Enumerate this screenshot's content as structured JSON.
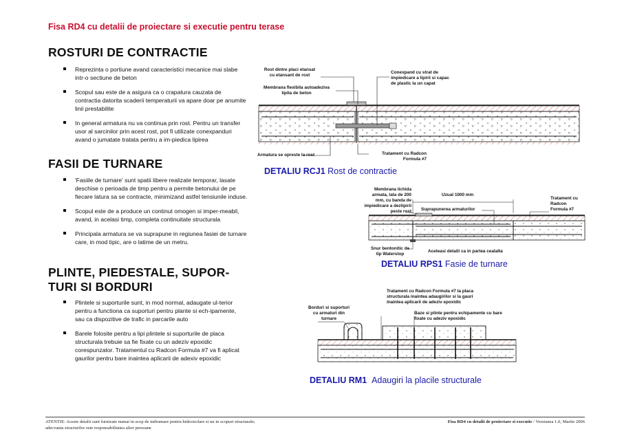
{
  "header": {
    "title": "Fisa RD4 cu detalii de proiectare si executie pentru terase"
  },
  "sections": {
    "rosturi": {
      "heading": "ROSTURI DE CONTRACTIE",
      "bullets": [
        "Reprezinta o portiune avand caracteristici mecanice mai slabe intr-o sectiune de beton",
        "Scopul sau este de a asigura ca o crapatura cauzata de contractia datorita scaderii temperaturii va apare doar pe anumite linii prestabilite",
        "In general armatura nu va continua prin rost. Pentru un transfer usor al sarcinilor prin acest rost, pot fi utilizate conexpanduri  avand o jumatate tratata pentru a im-piedica lipirea"
      ]
    },
    "fasii": {
      "heading": "FASII DE TURNARE",
      "bullets": [
        "'Fasiile de turnare' sunt spatii libere realizate temporar, lasate deschise o perioada de timp pentru a permite betonului de pe fiecare latura sa se contracte, minimizand astfel tensiunile induse.",
        "Scopul este de a produce un continut omogen si imper-meabil, avand, in acelasi timp, completa continuitate structurala",
        "Principala armatura se va suprapune in regiunea fasiei de turnare care, in mod tipic, are o latime de un metru."
      ]
    },
    "plinte": {
      "heading_line1": "PLINTE, PIEDESTALE, SUPOR-",
      "heading_line2": "TURI SI BORDURI",
      "bullets": [
        "Plintele si suporturile sunt, in mod normal, adaugate ul-terior pentru a functiona ca suporturi pentru plante si ech-ipamente, sau ca dispozitive de trafic in parcarile auto",
        "Barele folosite pentru a lipi plintele si suporturile de placa structurala trebuie sa fie fixate cu un adeziv epoxidic corespunzator. Tratamentul cu Radcon  Formula #7 va fi aplicat gaurilor pentru bare inaintea aplicarii de adexiv epoxidic"
      ]
    }
  },
  "details": {
    "rcj1": {
      "code": "DETALIU RCJ1",
      "name": "Rost de contractie",
      "labels": {
        "rost": [
          "Rost dintre placi etansat",
          "cu etansant de rost"
        ],
        "membrana": [
          "Membrana flexibila autoadeziva",
          "lipita de beton"
        ],
        "conexpand": [
          "Conexpand cu strat de",
          "impiedicare a lipirii si capac",
          "de plastic la un capat"
        ],
        "armatura": "Armatura se opreste la rost",
        "tratament": [
          "Tratament cu Radcon",
          "Formula #7"
        ]
      }
    },
    "rps1": {
      "code": "DETALIU RPS1",
      "name": "Fasie de turnare",
      "labels": {
        "membrana": [
          "Membrana lichida",
          "armata, lata de 200",
          "mm, cu banda de",
          "impiedicare a dezlipirii",
          "peste rost"
        ],
        "uzual": "Uzual 1000 mm",
        "suprapunerea": "Suprapunerea armaturilor",
        "tratament": [
          "Tratament cu",
          "Radcon",
          "Formula #7"
        ],
        "snur": [
          "Snur bentonitic de",
          "tip Waterstop"
        ],
        "acelasi": "Aceleasi detalii ca in partea cealalta"
      }
    },
    "rm1": {
      "code": "DETALIU RM1",
      "name": "Adaugiri la placile structurale",
      "labels": {
        "tratament": [
          "Tratament cu Radcon Formula #7 la placa",
          "structurala inaintea adaugirilor si la gauri",
          "inaintea aplicarii de adeziv epoxidic"
        ],
        "borduri": [
          "Borduri si suporturi",
          "cu armaturi din",
          "turnare"
        ],
        "bare": [
          "Baze si plinte pentru echipamente cu bare",
          "fixate cu adeziv epoxidic"
        ]
      }
    }
  },
  "footer": {
    "left_line1": "ATENTIE: Aceste detalii sunt furnizate numai in scop de indrumare pentru hidroizolare si nu in scopuri structurale;",
    "left_line2": "adecvanta structurilor este responsabilitatea altor persoane",
    "right_bold": "Fisa RD4 cu detalii de proiectare si executie",
    "right_rest": " / Versiunea 1.0, Martie 2006"
  }
}
